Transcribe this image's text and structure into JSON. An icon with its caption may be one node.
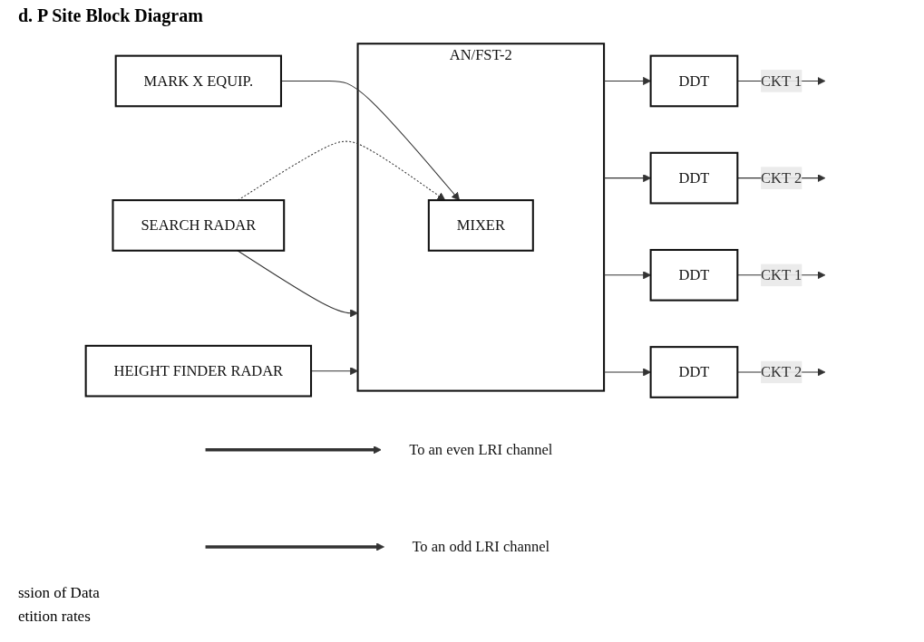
{
  "diagram": {
    "title": "d. P Site Block Diagram",
    "nodes": [
      {
        "text": [
          "SEARCH RADAR"
        ]
      },
      {
        "text": [
          "AN/FST-2"
        ]
      },
      {
        "text": [
          "MARK X EQUIP."
        ]
      },
      {
        "text": [
          "MIXER"
        ],
        "in": 1
      },
      {
        "text": [
          "HEIGHT FINDER RADAR"
        ]
      },
      {
        "text": [
          "DDT"
        ],
        "beside": [
          "CKT 1"
        ]
      },
      {
        "text": [
          "DDT"
        ],
        "beside": [
          "CKT 2"
        ]
      },
      {
        "text": [
          "DDT"
        ],
        "beside": [
          "CKT 1"
        ]
      },
      {
        "text": [
          "DDT"
        ],
        "beside": [
          "CKT 2"
        ]
      },
      {
        "text": [
          "To an even LRI channel"
        ]
      },
      {
        "text": [
          "To an odd LRI channel"
        ]
      }
    ],
    "edges": [
      {
        "from": 0,
        "to": 1,
        "arrow": "to"
      },
      {
        "from": 2,
        "to": 3,
        "arrow": "to"
      },
      {
        "from": 4,
        "to": 1,
        "arrow": "to"
      },
      {
        "from": 0,
        "to": 3,
        "arrow": "to",
        "style": "dashed"
      },
      {
        "from": 1,
        "to": 5,
        "arrow": "to"
      },
      {
        "from": 1,
        "to": 6,
        "arrow": "to"
      },
      {
        "from": 1,
        "to": 7,
        "arrow": "to"
      },
      {
        "from": 1,
        "to": 8,
        "arrow": "to"
      },
      {
        "from": 5,
        "to": null,
        "arrow": "to"
      },
      {
        "from": 6,
        "to": null,
        "arrow": "to"
      },
      {
        "from": 7,
        "to": null,
        "arrow": "to"
      },
      {
        "from": 8,
        "to": null,
        "arrow": "to"
      },
      {
        "from": null,
        "to": 9,
        "arrow": "to",
        "style": "thick"
      },
      {
        "from": null,
        "to": 10,
        "arrow": "to",
        "style": "thick"
      }
    ],
    "labels": [
      "ssion of Data",
      "etition rates"
    ]
  }
}
